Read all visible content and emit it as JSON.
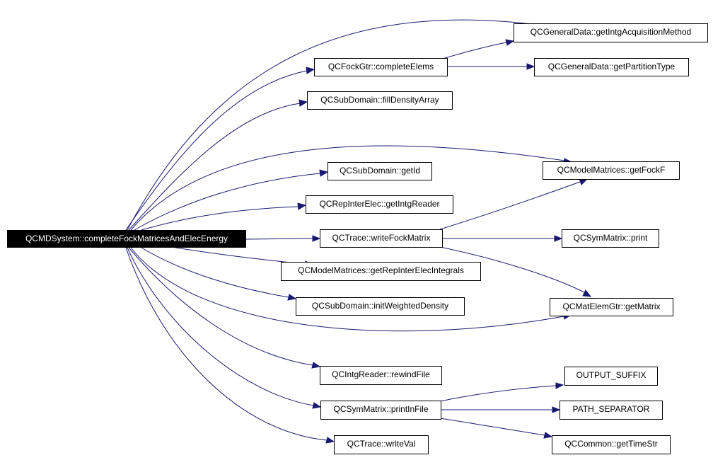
{
  "root": {
    "label": "QCMDSystem::completeFockMatricesAndElecEnergy"
  },
  "nodes": {
    "getIntgAcquisitionMethod": {
      "label": "QCGeneralData::getIntgAcquisitionMethod"
    },
    "completeElems": {
      "label": "QCFockGtr::completeElems"
    },
    "getPartitionType": {
      "label": "QCGeneralData::getPartitionType"
    },
    "fillDensityArray": {
      "label": "QCSubDomain::fillDensityArray"
    },
    "getFockF": {
      "label": "QCModelMatrices::getFockF"
    },
    "getId": {
      "label": "QCSubDomain::getId"
    },
    "getIntgReader": {
      "label": "QCRepInterElec::getIntgReader"
    },
    "writeFockMatrix": {
      "label": "QCTrace::writeFockMatrix"
    },
    "symPrint": {
      "label": "QCSymMatrix::print"
    },
    "getRepInterElecIntegrals": {
      "label": "QCModelMatrices::getRepInterElecIntegrals"
    },
    "initWeightedDensity": {
      "label": "QCSubDomain::initWeightedDensity"
    },
    "getMatrix": {
      "label": "QCMatElemGtr::getMatrix"
    },
    "rewindFile": {
      "label": "QCIntgReader::rewindFile"
    },
    "outputSuffix": {
      "label": "OUTPUT_SUFFIX"
    },
    "printInFile": {
      "label": "QCSymMatrix::printInFile"
    },
    "pathSeparator": {
      "label": "PATH_SEPARATOR"
    },
    "writeVal": {
      "label": "QCTrace::writeVal"
    },
    "getTimeStr": {
      "label": "QCCommon::getTimeStr"
    }
  },
  "colors": {
    "edge": "#191970",
    "node_border": "#000000",
    "root_fill": "#000000",
    "root_text": "#ffffff"
  }
}
